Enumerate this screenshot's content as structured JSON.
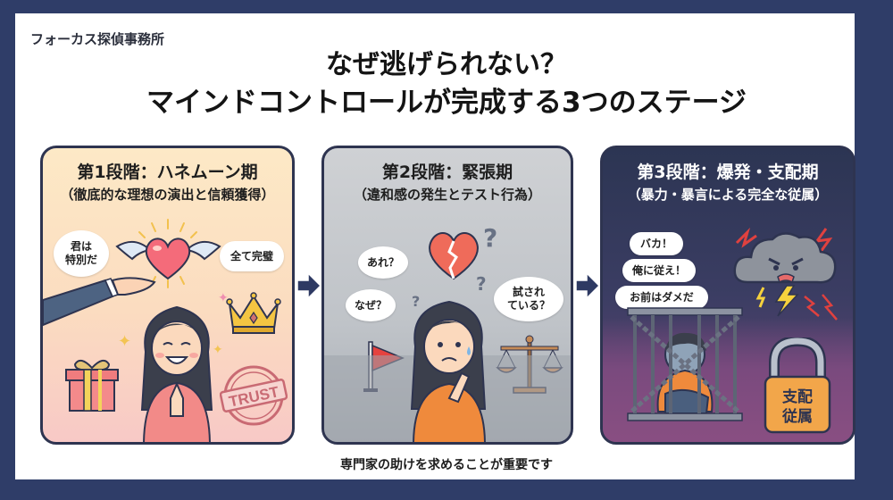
{
  "brand": "フォーカス探偵事務所",
  "title": {
    "line1": "なぜ逃げられない？",
    "line2": "マインドコントロールが完成する3つのステージ"
  },
  "stages": [
    {
      "heading": "第1段階：ハネムーン期",
      "subheading": "（徹底的な理想の演出と信頼獲得）",
      "bubbles": [
        "君は\n特別だ",
        "全て完璧"
      ],
      "icons": [
        "winged-heart-icon",
        "offering-hand-icon",
        "crown-icon",
        "gift-box-icon",
        "trust-stamp-icon",
        "happy-woman-icon"
      ],
      "stamp_text": "TRUST",
      "bg_colors": [
        "#fde9c6",
        "#f8c9c6"
      ]
    },
    {
      "heading": "第2段階：緊張期",
      "subheading": "（違和感の発生とテスト行為）",
      "bubbles": [
        "あれ？",
        "なぜ？",
        "試され\nている？"
      ],
      "icons": [
        "broken-heart-icon",
        "question-mark-icon",
        "red-flag-icon",
        "scales-icon",
        "worried-woman-icon"
      ],
      "bg_colors": [
        "#cfd1d4",
        "#a9aeb4"
      ]
    },
    {
      "heading": "第3段階：爆発・支配期",
      "subheading": "（暴力・暴言による完全な従属）",
      "bubbles": [
        "バカ！",
        "俺に従え！",
        "お前はダメだ"
      ],
      "icons": [
        "angry-cloud-icon",
        "lightning-icon",
        "caged-person-icon",
        "chains-icon",
        "padlock-icon"
      ],
      "lock_text_1": "支配",
      "lock_text_2": "従属",
      "bg_colors": [
        "#2c3553",
        "#6a4778"
      ]
    }
  ],
  "footer": "専門家の助けを求めることが重要です",
  "colors": {
    "frame": "#2f3d68",
    "arrow": "#2e3a63",
    "panel_border": "#2e3450"
  }
}
